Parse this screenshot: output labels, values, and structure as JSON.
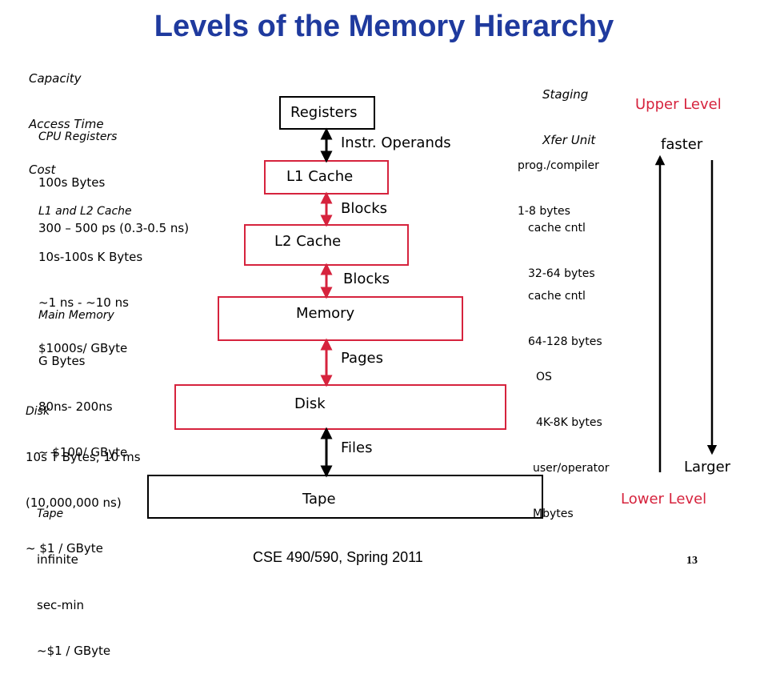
{
  "title": "Levels of the Memory Hierarchy",
  "left_header": [
    "Capacity",
    "Access Time",
    "Cost"
  ],
  "right_header": [
    "Staging",
    "Xfer Unit"
  ],
  "levels": [
    {
      "box_label": "Registers",
      "spec_title": "CPU Registers",
      "spec_lines": [
        "100s Bytes",
        "300 – 500 ps (0.3-0.5 ns)"
      ]
    },
    {
      "box_label": "L1 Cache",
      "spec_title": "L1 and L2 Cache",
      "spec_lines": [
        "10s-100s K Bytes",
        "~1 ns - ~10 ns",
        "$1000s/ GByte"
      ]
    },
    {
      "box_label": "L2 Cache"
    },
    {
      "box_label": "Memory",
      "spec_title": "Main Memory",
      "spec_lines": [
        "G Bytes",
        "80ns- 200ns",
        "~ $100/ GByte"
      ]
    },
    {
      "box_label": "Disk",
      "spec_title": "Disk",
      "spec_lines": [
        "10s T Bytes, 10 ms",
        "(10,000,000 ns)",
        "~ $1 / GByte"
      ]
    },
    {
      "box_label": "Tape",
      "spec_title": "Tape",
      "spec_lines": [
        "infinite",
        "sec-min",
        "~$1 / GByte"
      ]
    }
  ],
  "transfers": [
    {
      "unit": "Instr. Operands",
      "staging": [
        "prog./compiler",
        "1-8 bytes"
      ]
    },
    {
      "unit": "Blocks",
      "staging": [
        "cache cntl",
        "32-64 bytes"
      ]
    },
    {
      "unit": "Blocks",
      "staging": [
        "cache cntl",
        "64-128 bytes"
      ]
    },
    {
      "unit": "Pages",
      "staging": [
        "OS",
        "4K-8K bytes"
      ]
    },
    {
      "unit": "Files",
      "staging": [
        "user/operator",
        "Mbytes"
      ]
    }
  ],
  "upper_level": "Upper Level",
  "lower_level": "Lower Level",
  "faster": "faster",
  "larger": "Larger",
  "footer": "CSE 490/590, Spring 2011",
  "page_number": "13",
  "colors": {
    "title": "#1f3a9e",
    "accent": "#d6233d"
  }
}
